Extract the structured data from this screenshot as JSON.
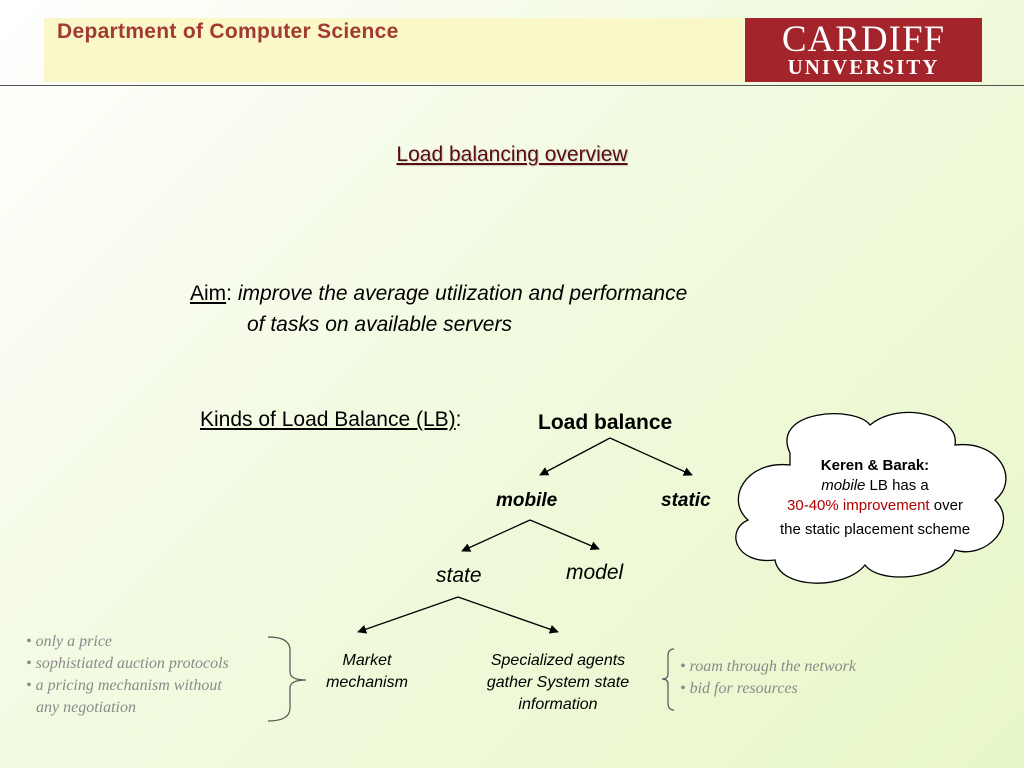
{
  "header": {
    "department": "Department of Computer Science",
    "logo_line1": "CARDIFF",
    "logo_line2": "UNIVERSITY"
  },
  "slide": {
    "title": "Load balancing overview",
    "aim_label": "Aim",
    "aim_sep": ":",
    "aim_line1": "improve the average utilization and performance",
    "aim_line2": "of tasks on available servers",
    "kinds_label": "Kinds of Load Balance (LB)",
    "kinds_sep": ":"
  },
  "tree": {
    "root": "Load balance",
    "mobile": "mobile",
    "static": "static",
    "state": "state",
    "model": "model",
    "market": "Market mechanism",
    "agents": "Specialized agents gather System state information"
  },
  "cloud": {
    "heading": "Keren & Barak:",
    "mobile_word": "mobile",
    "lb_has_a": " LB has a",
    "improvement": "30-40% improvement",
    "over": " over",
    "line4": "the static placement scheme"
  },
  "left_notes": [
    "• only a price",
    "• sophistiated auction protocols",
    "• a pricing mechanism without",
    "any negotiation"
  ],
  "right_notes": [
    "• roam through the network",
    "• bid for resources"
  ]
}
